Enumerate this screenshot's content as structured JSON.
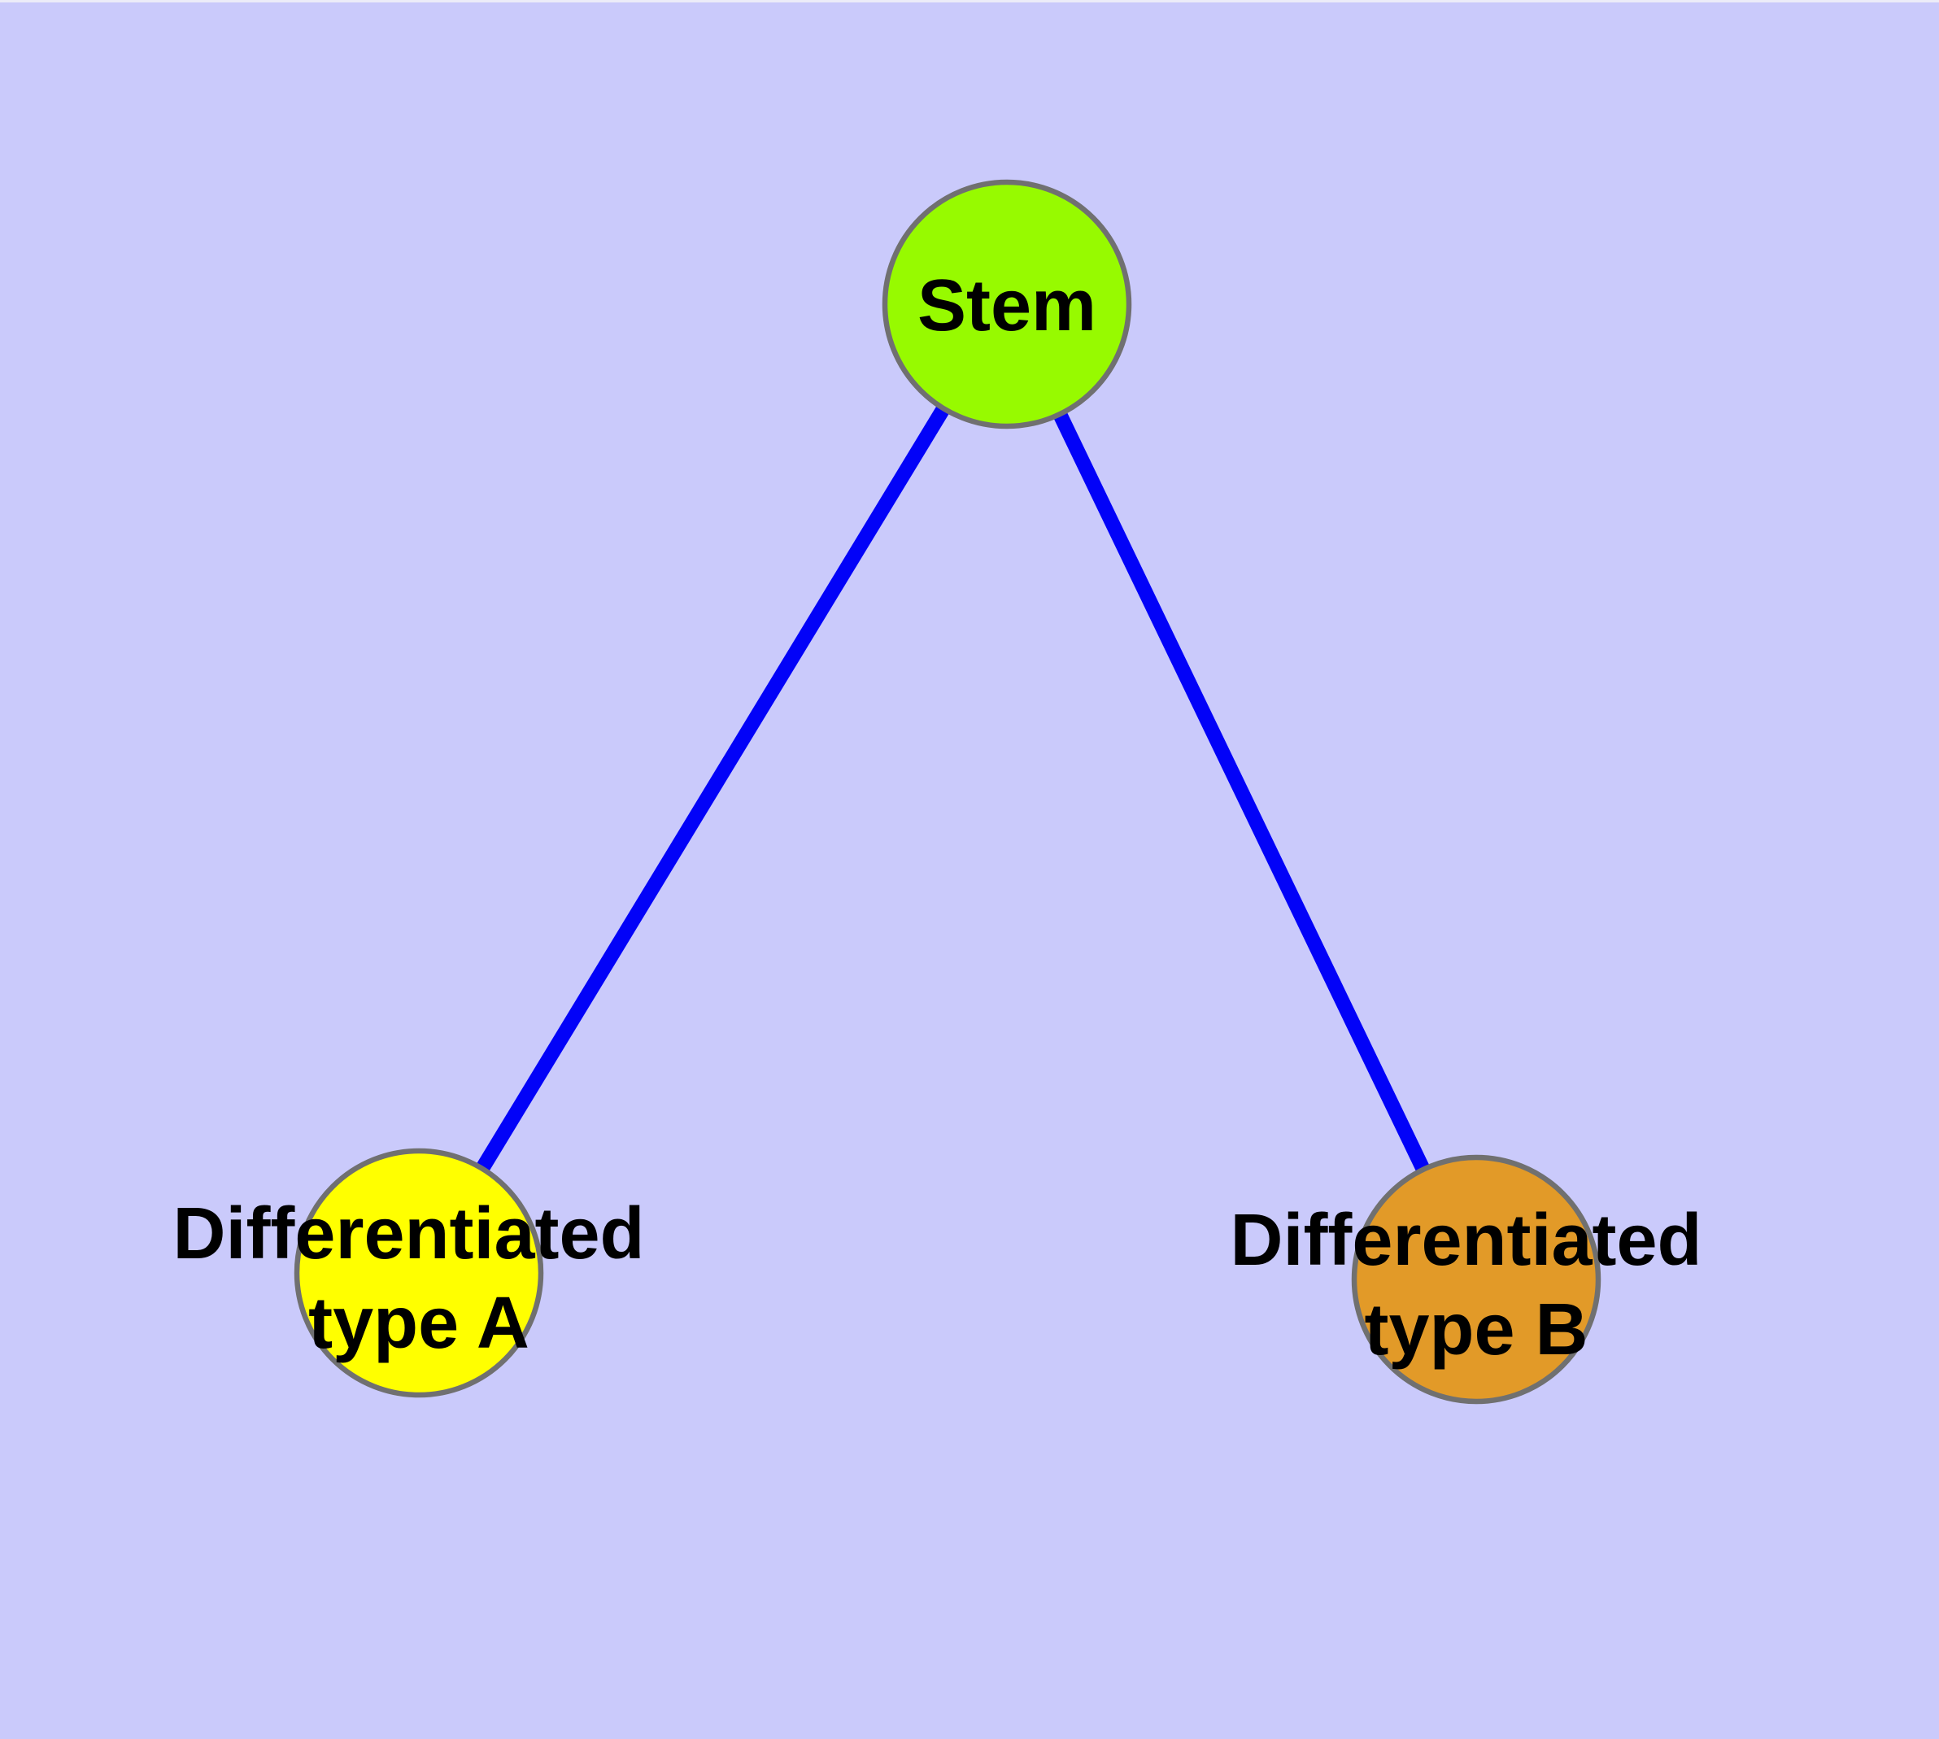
{
  "diagram": {
    "background_color": "#cacafb",
    "top_edge_artifact_color": "#ececf8",
    "edge_color": "#0202f8",
    "node_border_color": "#707070",
    "text_color": "#000000",
    "nodes": [
      {
        "id": "stem",
        "label": "Stem",
        "line1": "Stem",
        "line2": "",
        "fill": "#97fa00"
      },
      {
        "id": "type-a",
        "label": "Differentiated type A",
        "line1": "Differentiated",
        "line2": "type A",
        "fill": "#ffff00"
      },
      {
        "id": "type-b",
        "label": "Differentiated type B",
        "line1": "Differentiated",
        "line2": "type B",
        "fill": "#e29a28"
      }
    ],
    "edges": [
      {
        "from": "Stem",
        "to": "Differentiated type A"
      },
      {
        "from": "Stem",
        "to": "Differentiated type B"
      }
    ]
  }
}
